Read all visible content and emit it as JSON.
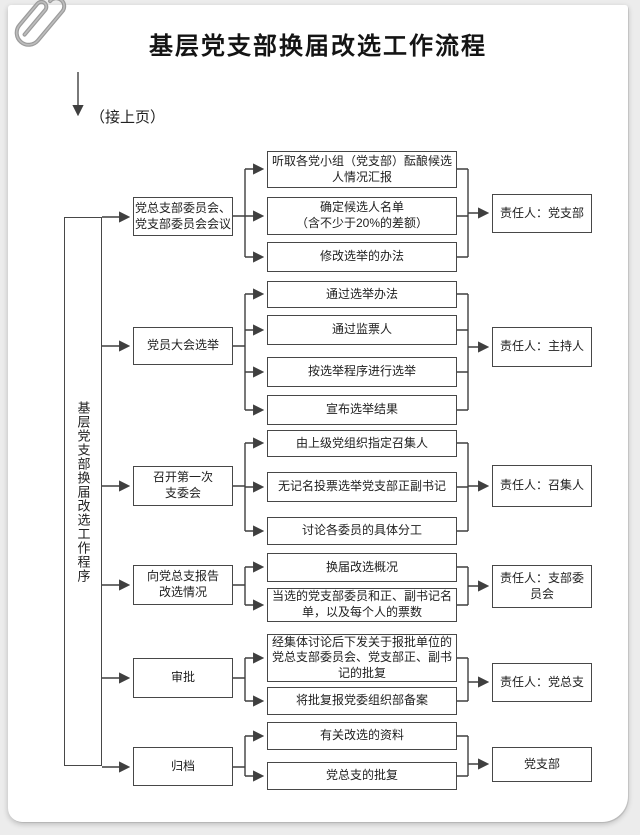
{
  "page": {
    "title": "基层党支部换届改选工作流程",
    "continuation_note": "（接上页）",
    "side_label": "基层党支部换届改选工作程序"
  },
  "rows": [
    {
      "stage": "党总支部委员会、\n党支部委员会会议",
      "subs": [
        "听取各党小组（党支部）酝酿候选人情况汇报",
        "确定候选人名单\n（含不少于20%的差额）",
        "修改选举的办法"
      ],
      "responsible": "责任人：党支部"
    },
    {
      "stage": "党员大会选举",
      "subs": [
        "通过选举办法",
        "通过监票人",
        "按选举程序进行选举",
        "宣布选举结果"
      ],
      "responsible": "责任人：主持人"
    },
    {
      "stage": "召开第一次\n支委会",
      "subs": [
        "由上级党组织指定召集人",
        "无记名投票选举党支部正副书记",
        "讨论各委员的具体分工"
      ],
      "responsible": "责任人：召集人"
    },
    {
      "stage": "向党总支报告\n改选情况",
      "subs": [
        "换届改选概况",
        "当选的党支部委员和正、副书记名单，以及每个人的票数"
      ],
      "responsible": "责任人：支部委员会"
    },
    {
      "stage": "审批",
      "subs": [
        "经集体讨论后下发关于报批单位的党总支部委员会、党支部正、副书记的批复",
        "将批复报党委组织部备案"
      ],
      "responsible": "责任人：党总支"
    },
    {
      "stage": "归档",
      "subs": [
        "有关改选的资料",
        "党总支的批复"
      ],
      "responsible": "党支部"
    }
  ],
  "colors": {
    "line": "#3f3f3f",
    "box_border": "#474747",
    "text": "#1e1e1e",
    "paper": "#ffffff",
    "backdrop": "#ececec"
  }
}
